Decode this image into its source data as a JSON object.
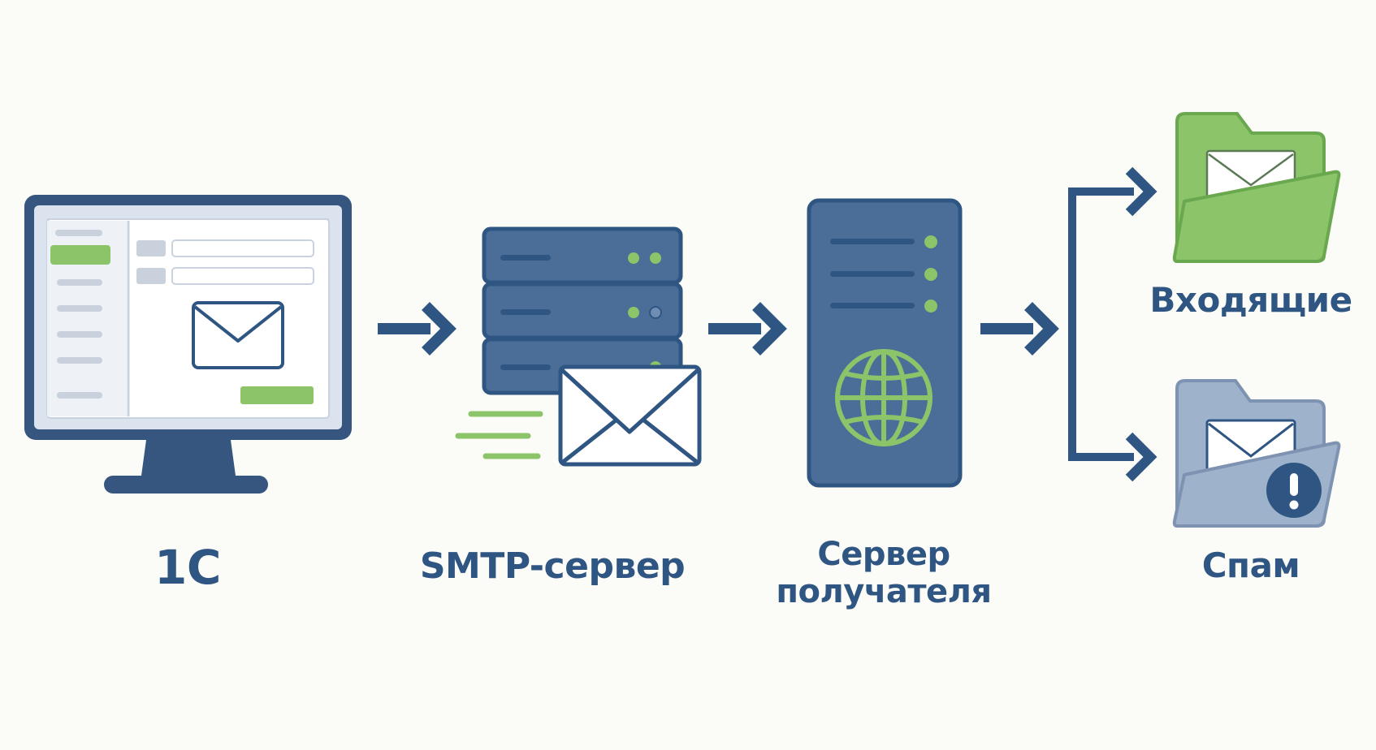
{
  "colors": {
    "navy": "#2f5682",
    "server_blue": "#4a6e98",
    "green": "#8cc46a",
    "green_dark": "#6aa84f",
    "spam_folder": "#9fb2cc",
    "screen_bg": "#dbe3ee"
  },
  "nodes": {
    "client": {
      "label": "1С",
      "icon": "monitor-icon"
    },
    "smtp": {
      "label": "SMTP-сервер",
      "icon": "server-stack-icon"
    },
    "receiver": {
      "label_line1": "Сервер",
      "label_line2": "получателя",
      "icon": "tower-server-globe-icon"
    },
    "inbox": {
      "label": "Входящие",
      "icon": "green-folder-envelope-icon"
    },
    "spam": {
      "label": "Спам",
      "icon": "grey-folder-envelope-warning-icon"
    }
  },
  "edges": [
    {
      "from": "client",
      "to": "smtp"
    },
    {
      "from": "smtp",
      "to": "receiver"
    },
    {
      "from": "receiver",
      "to": "inbox"
    },
    {
      "from": "receiver",
      "to": "spam"
    }
  ],
  "warning_glyph": "!"
}
